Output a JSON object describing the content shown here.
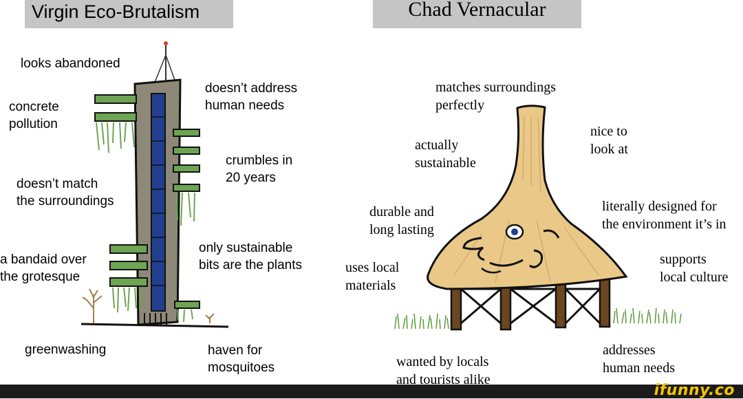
{
  "left_panel": {
    "title": "Virgin Eco-Brutalism",
    "labels": {
      "looks_abandoned": "looks abandoned",
      "concrete_pollution": "concrete\npollution",
      "doesnt_match": "doesn’t match\nthe surroundings",
      "bandaid": "a bandaid over\nthe grotesque",
      "greenwashing": "greenwashing",
      "doesnt_address": "doesn’t address\nhuman needs",
      "crumbles": "crumbles in\n20 years",
      "only_sustainable": "only sustainable\nbits are the plants",
      "haven": "haven for\nmosquitoes"
    }
  },
  "right_panel": {
    "title": "Chad Vernacular",
    "labels": {
      "matches": "matches surroundings\nperfectly",
      "actually_sustainable": "actually\nsustainable",
      "nice": "nice to\nlook at",
      "durable": "durable and\nlong lasting",
      "designed": "literally designed for\nthe environment it’s in",
      "local_materials": "uses local\nmaterials",
      "culture": "supports\nlocal culture",
      "addresses": "addresses\nhuman needs",
      "wanted": "wanted by locals\nand tourists alike"
    }
  },
  "footer": {
    "logo": "ifunny.co"
  },
  "colors": {
    "title_bg": "#c5c5c5",
    "concrete": "#8e8878",
    "window_blue": "#23408f",
    "plants": "#6da554",
    "thatch": "#e9c888",
    "wood": "#6b4620",
    "footer_bg": "#1b1b1b",
    "logo_yellow": "#f5c400"
  }
}
